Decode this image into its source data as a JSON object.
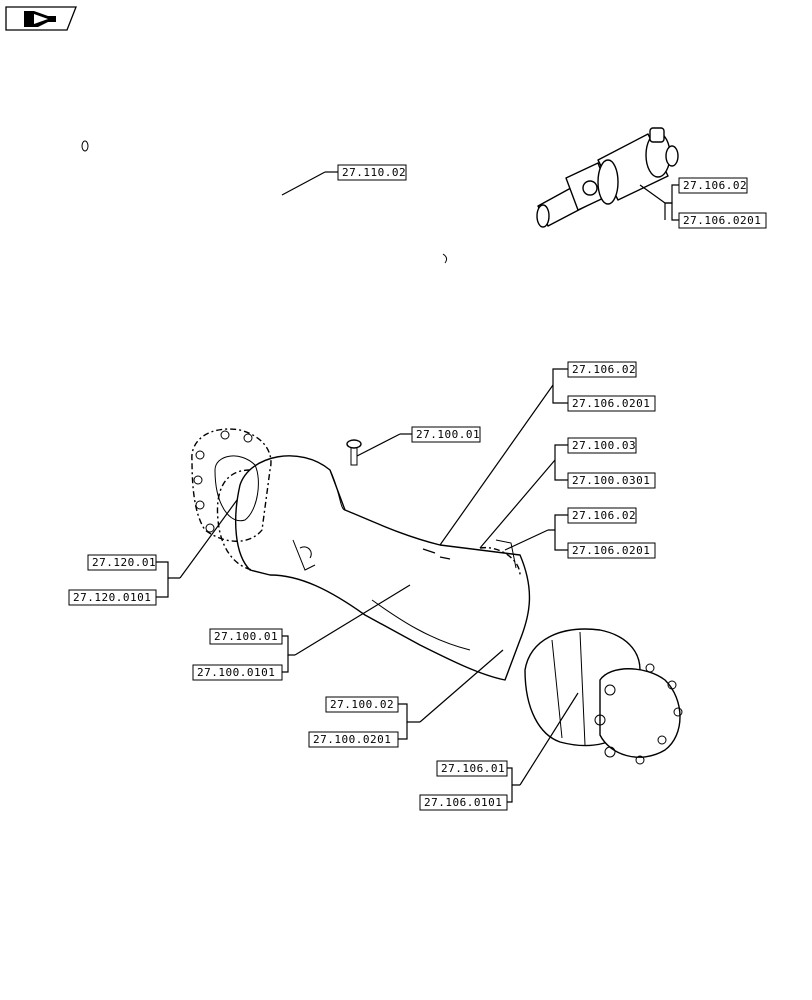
{
  "callouts": [
    {
      "id": "c1",
      "label": "27.110.02"
    },
    {
      "id": "c2",
      "label": "27.106.02"
    },
    {
      "id": "c3",
      "label": "27.106.0201"
    },
    {
      "id": "c4",
      "label": "27.106.02"
    },
    {
      "id": "c5",
      "label": "27.106.0201"
    },
    {
      "id": "c6",
      "label": "27.100.01"
    },
    {
      "id": "c7",
      "label": "27.100.03"
    },
    {
      "id": "c8",
      "label": "27.100.0301"
    },
    {
      "id": "c9",
      "label": "27.106.02"
    },
    {
      "id": "c10",
      "label": "27.106.0201"
    },
    {
      "id": "c11",
      "label": "27.120.01"
    },
    {
      "id": "c12",
      "label": "27.120.0101"
    },
    {
      "id": "c13",
      "label": "27.100.01"
    },
    {
      "id": "c14",
      "label": "27.100.0101"
    },
    {
      "id": "c15",
      "label": "27.100.02"
    },
    {
      "id": "c16",
      "label": "27.100.0201"
    },
    {
      "id": "c17",
      "label": "27.106.01"
    },
    {
      "id": "c18",
      "label": "27.106.0101"
    }
  ],
  "icons": {
    "nav": "navigation-arrow-icon"
  }
}
